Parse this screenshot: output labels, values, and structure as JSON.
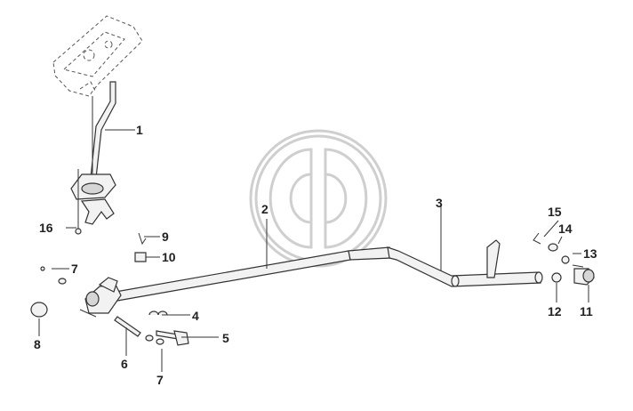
{
  "diagram": {
    "callouts": [
      {
        "id": "1",
        "label": "1"
      },
      {
        "id": "2",
        "label": "2"
      },
      {
        "id": "3",
        "label": "3"
      },
      {
        "id": "4",
        "label": "4"
      },
      {
        "id": "5",
        "label": "5"
      },
      {
        "id": "6",
        "label": "6"
      },
      {
        "id": "7a",
        "label": "7"
      },
      {
        "id": "7b",
        "label": "7"
      },
      {
        "id": "8",
        "label": "8"
      },
      {
        "id": "9",
        "label": "9"
      },
      {
        "id": "10",
        "label": "10"
      },
      {
        "id": "11",
        "label": "11"
      },
      {
        "id": "12",
        "label": "12"
      },
      {
        "id": "13",
        "label": "13"
      },
      {
        "id": "14",
        "label": "14"
      },
      {
        "id": "15",
        "label": "15"
      },
      {
        "id": "16",
        "label": "16"
      }
    ],
    "watermark_icon": "logo-watermark-icon"
  }
}
